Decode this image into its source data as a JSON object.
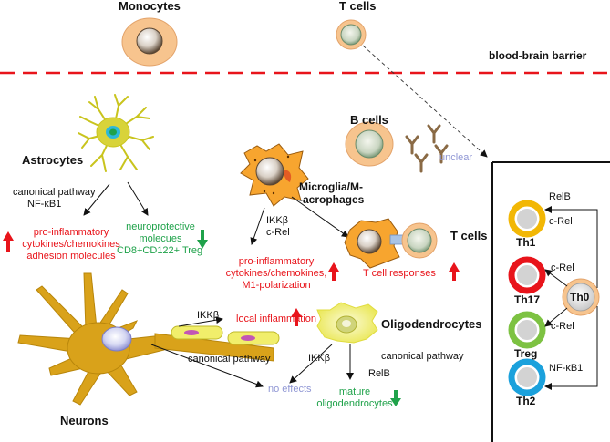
{
  "top": {
    "monocytes": "Monocytes",
    "t_cells": "T cells",
    "bbb": "blood-brain barrier"
  },
  "astrocytes": {
    "title": "Astrocytes",
    "pathway_line1": "canonical pathway",
    "pathway_line2": "NF-κB1",
    "pro_line1": "pro-inflammatory",
    "pro_line2": "cytokines/chemokines",
    "pro_line3": "adhesion molecules",
    "neuro_line1": "neuroprotective",
    "neuro_line2": "molecues",
    "neuro_line3": "CD8+CD122+ Treg"
  },
  "b_cells": {
    "title": "B cells",
    "unclear": "unclear"
  },
  "microglia": {
    "title_line1": "Microglia/M-",
    "title_line2": "-acrophages",
    "ikkb": "IKKβ",
    "crel": "c-Rel",
    "pro_line1": "pro-inflammatory",
    "pro_line2": "cytokines/chemokines,",
    "pro_line3": "M1-polarization"
  },
  "t_cells_cns": {
    "title": "T cells",
    "responses": "T cell responses"
  },
  "neurons": {
    "title": "Neurons",
    "ikkb": "IKKβ",
    "local": "local inflammation",
    "canonical": "canonical pathway",
    "no_effects": "no effects"
  },
  "oligodendrocytes": {
    "title": "Oligodendrocytes",
    "ikkb": "IKKβ",
    "canonical": "canonical pathway",
    "relb": "RelB",
    "mature_line1": "mature",
    "mature_line2": "oligodendrocytes"
  },
  "th_panel": {
    "th1": "Th1",
    "th17": "Th17",
    "treg": "Treg",
    "th2": "Th2",
    "th0": "Th0",
    "relb": "RelB",
    "crel_th1": "c-Rel",
    "crel_th17": "c-Rel",
    "crel_treg": "c-Rel",
    "nfkb1": "NF-κB1"
  },
  "colors": {
    "red": "#e8141b",
    "green": "#1fa24a",
    "lavender": "#8f96d4",
    "cell_orange": "#f7c48e",
    "neuron_gold": "#d9a21a",
    "astro_yellow": "#c9c41d",
    "th1_ring": "#f2b705",
    "th17_ring": "#e8141b",
    "treg_ring": "#7dc242",
    "th2_ring": "#1ba1dc"
  }
}
